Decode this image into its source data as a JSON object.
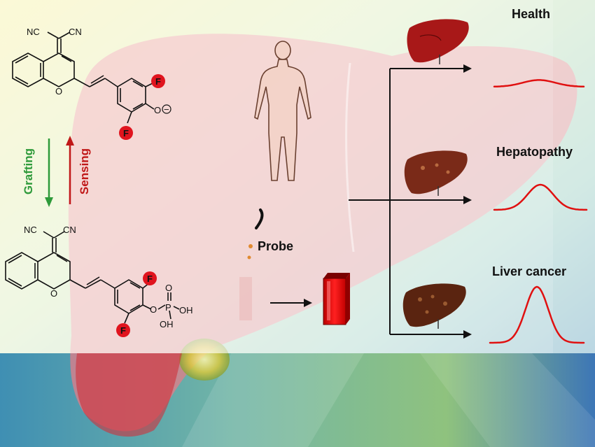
{
  "labels": {
    "health": "Health",
    "hepatopathy": "Hepatopathy",
    "liver_cancer": "Liver cancer",
    "probe": "Probe",
    "grafting": "Grafting",
    "sensing": "Sensing"
  },
  "chem_top": {
    "nc_left": "NC",
    "cn_right": "CN",
    "ring_o": "O",
    "oxide_o": "O",
    "charge": "−",
    "fluorine_top": "F",
    "fluorine_bottom": "F"
  },
  "chem_bottom": {
    "nc_left": "NC",
    "cn_right": "CN",
    "ring_o": "O",
    "ester_o": "O",
    "p": "P",
    "p_dbl_o": "O",
    "oh_1": "OH",
    "oh_2": "OH",
    "fluorine_top": "F",
    "fluorine_bottom": "F"
  },
  "signal_peaks": {
    "health": 0.12,
    "hepatopathy": 0.45,
    "liver_cancer": 1.0
  },
  "colors": {
    "signal": "#e01010",
    "grafting": "#2e9a3a",
    "sensing": "#c01818",
    "fluorine": "#e0141e",
    "liver_health": "#a81818",
    "liver_hepatopathy": "#7a2a18",
    "liver_cancer": "#5a2410"
  }
}
